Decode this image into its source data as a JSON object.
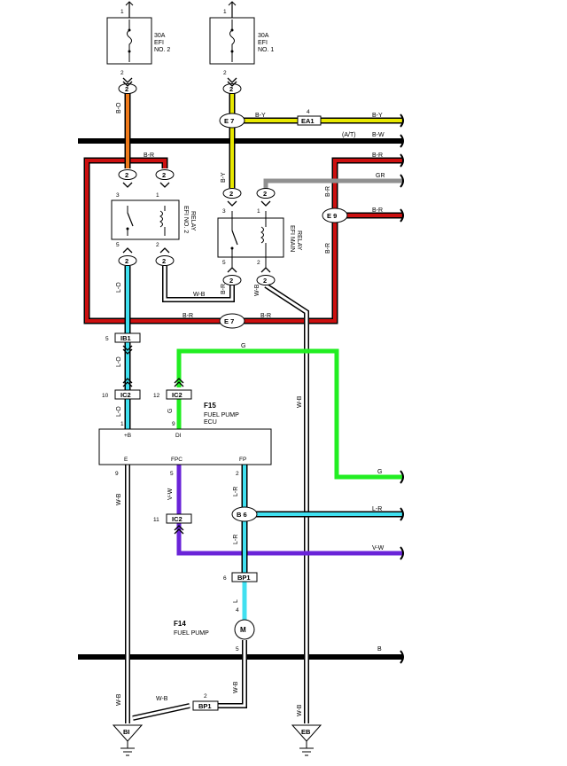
{
  "fuses": {
    "efi2": {
      "rating": "30A",
      "line1": "EFI",
      "line2": "NO. 2",
      "pin_top": "1",
      "pin_bot": "2"
    },
    "efi1": {
      "rating": "30A",
      "line1": "EFI",
      "line2": "NO. 1",
      "pin_top": "1",
      "pin_bot": "2"
    }
  },
  "connectors": {
    "c2": "2",
    "e7": "E 7",
    "e9": "E 9",
    "ea1": "EA1",
    "ib1": "IB1",
    "ic2": "IC2",
    "b6": "B 6",
    "bp1": "BP1",
    "bi": "BI",
    "eb": "EB"
  },
  "wires": {
    "b_o": "B-O",
    "b_y": "B-Y",
    "b_r": "B-R",
    "gr": "GR",
    "b_w": "B-W",
    "at": "(A/T)",
    "l_o": "L-O",
    "w_b": "W-B",
    "g": "G",
    "v_w": "V-W",
    "l_r": "L-R",
    "l": "L",
    "b": "B"
  },
  "relays": {
    "efi2_relay_l1": "EFI NO. 2",
    "efi2_relay_l2": "RELAY",
    "main_relay_l1": "EFI MAIN",
    "main_relay_l2": "RELAY"
  },
  "ecu": {
    "code": "F15",
    "name1": "FUEL PUMP",
    "name2": "ECU",
    "pin_b": "+B",
    "pin_di": "DI",
    "pin_e": "E",
    "pin_fpc": "FPC",
    "pin_fp": "FP"
  },
  "pump": {
    "code": "F14",
    "name": "FUEL PUMP",
    "symbol": "M"
  },
  "pins": {
    "p1": "1",
    "p2": "2",
    "p3": "3",
    "p4": "4",
    "p5": "5",
    "p6": "6",
    "p9": "9",
    "p10": "10",
    "p11": "11",
    "p12": "12"
  },
  "colors": {
    "orange": "#f07a1a",
    "yellow": "#e8e800",
    "red": "#cc1010",
    "gray": "#909090",
    "cyan": "#40e0f0",
    "green": "#22ee22",
    "purple": "#6a24d8",
    "black": "#000000"
  }
}
